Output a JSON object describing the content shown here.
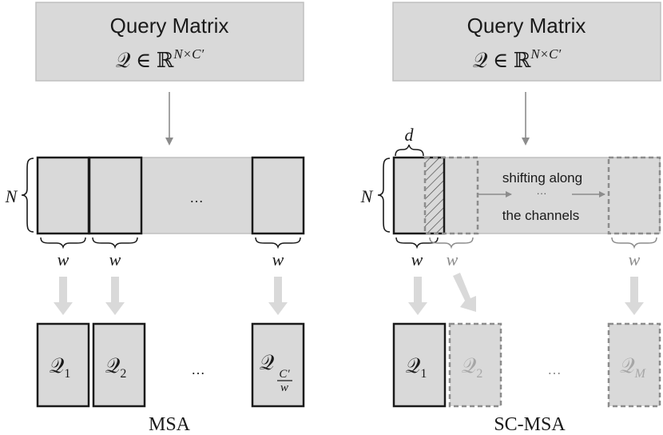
{
  "colors": {
    "box_fill": "#d9d9d9",
    "box_stroke_light": "#bfbfbf",
    "solid_outline": "#1a1a1a",
    "dashed_outline": "#8c8c8c",
    "arrow_dark": "#8c8c8c",
    "arrow_light": "#d9d9d9",
    "muted_text": "#8c8c8c"
  },
  "msa": {
    "title_line1": "Query Matrix",
    "title_line2_prefix": "𝒬 ∈ ℝ",
    "title_line2_sup": "N×C′",
    "rows_label": "N",
    "ellipsis": "…",
    "window_labels": [
      "w",
      "w",
      "w"
    ],
    "outputs": [
      {
        "base": "𝒬",
        "sub": "1"
      },
      {
        "base": "𝒬",
        "sub": "2"
      },
      {
        "base": "𝒬",
        "sub_num": "C′",
        "sub_den": "w"
      }
    ],
    "outputs_ellipsis": "…",
    "caption": "MSA"
  },
  "scmsa": {
    "title_line1": "Query Matrix",
    "title_line2_prefix": "𝒬 ∈ ℝ",
    "title_line2_sup": "N×C′",
    "rows_label": "N",
    "shift_label": "d",
    "shift_text_line1": "shifting along",
    "shift_text_line2": "the channels",
    "shift_ellipsis": "···",
    "window_labels": [
      "w",
      "w",
      "w"
    ],
    "outputs": [
      {
        "base": "𝒬",
        "sub": "1"
      },
      {
        "base": "𝒬",
        "sub": "2"
      },
      {
        "base": "𝒬",
        "sub": "M"
      }
    ],
    "outputs_ellipsis": "…",
    "caption": "SC-MSA"
  }
}
